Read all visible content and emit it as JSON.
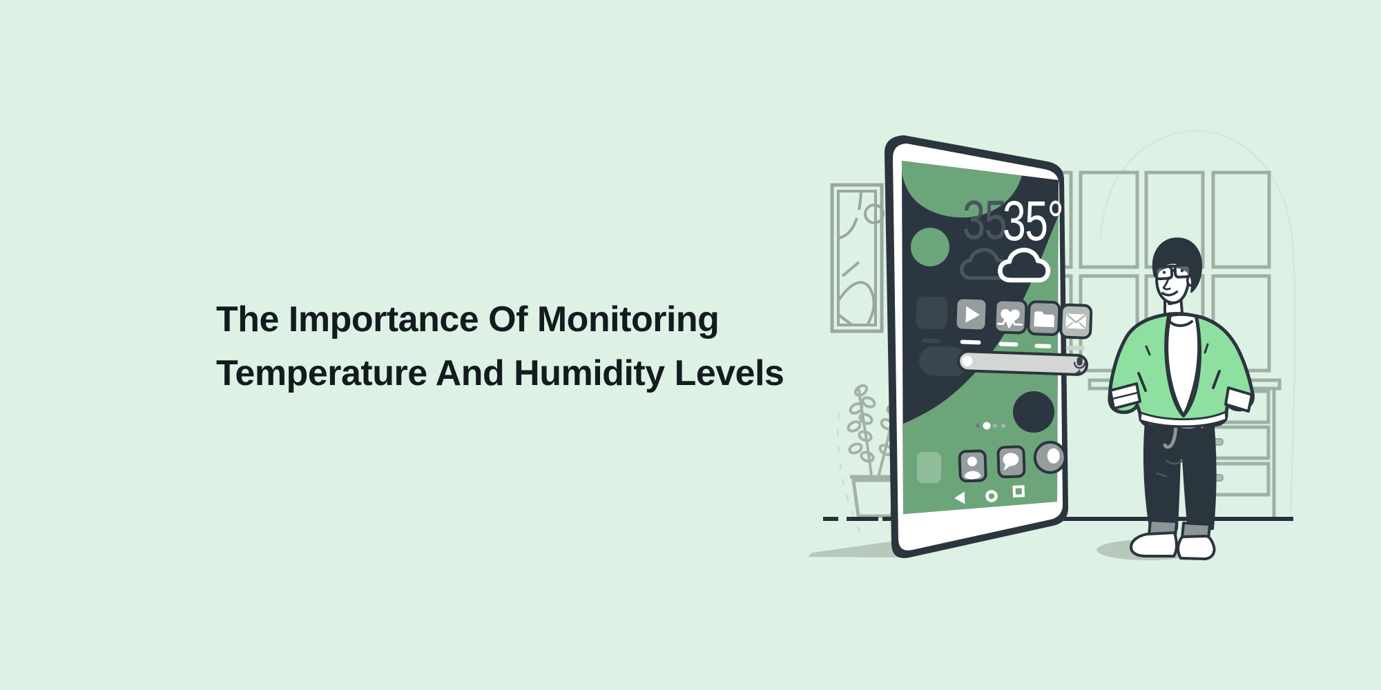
{
  "title": {
    "line1": "The Importance Of Monitoring",
    "line2": "Temperature And Humidity Levels"
  },
  "illustration": {
    "weather_widget": {
      "temperature": "35°",
      "temperature_ghost": "35",
      "condition": "cloudy"
    },
    "phone_screen": {
      "app_icons": [
        "play-icon",
        "health-icon",
        "folder-icon",
        "mail-icon"
      ],
      "dock_icons": [
        "contacts-icon",
        "chat-icon",
        "camera-icon"
      ],
      "nav_icons": [
        "back-icon",
        "home-icon",
        "recents-icon"
      ],
      "search_bar_icon": "mic-icon",
      "page_dots": 4
    },
    "scene_items": [
      "picture-frame",
      "potted-plant",
      "shelf-grid",
      "drawer-cabinet",
      "man-standing"
    ]
  },
  "colors": {
    "background": "#ddf2e5",
    "outline_dark": "#2b353e",
    "screen_dark": "#2b3640",
    "screen_green": "#6da57a",
    "jacket_green": "#8ee0a0",
    "icon_gray": "#969d9e",
    "search_pill_gray": "#d3d6d4",
    "furniture_gray": "#9fb0a4",
    "shadow_green": "#b7c9bc",
    "title_text": "#141b1f"
  }
}
